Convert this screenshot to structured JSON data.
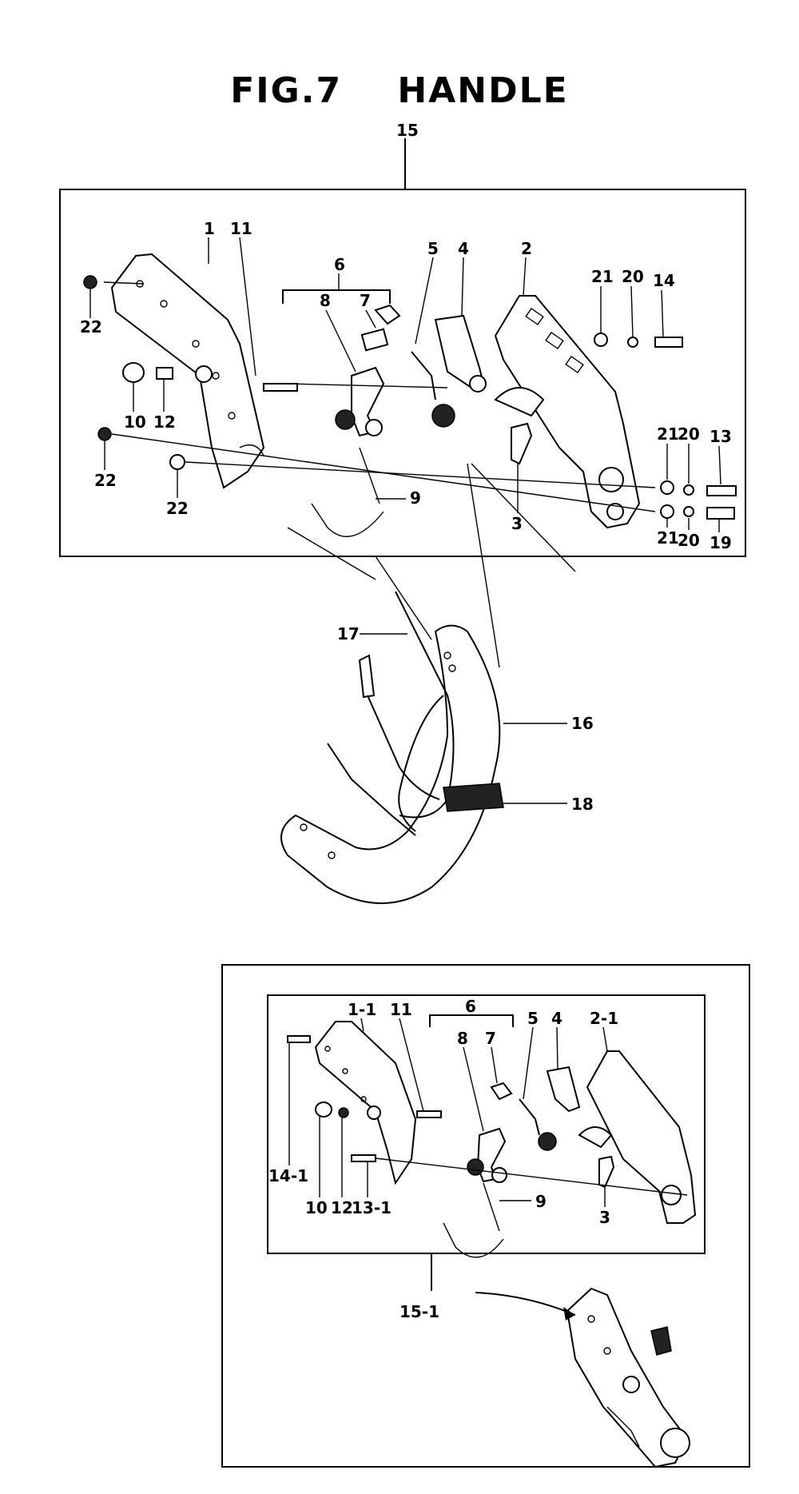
{
  "title": {
    "fig": "FIG.7",
    "name": "HANDLE"
  },
  "upper_assembly": {
    "box_label": "15",
    "callouts": [
      "1",
      "11",
      "6",
      "8",
      "7",
      "5",
      "4",
      "2",
      "21",
      "20",
      "14",
      "22",
      "10",
      "12",
      "22",
      "22",
      "9",
      "3",
      "21",
      "20",
      "13",
      "21",
      "20",
      "19"
    ]
  },
  "handle_bar": {
    "callouts": [
      "17",
      "16",
      "18"
    ]
  },
  "lower_assembly": {
    "box_label": "15-1",
    "callouts": [
      "1-1",
      "11",
      "6",
      "8",
      "7",
      "5",
      "4",
      "2-1",
      "14-1",
      "10",
      "12",
      "13-1",
      "9",
      "3"
    ]
  }
}
